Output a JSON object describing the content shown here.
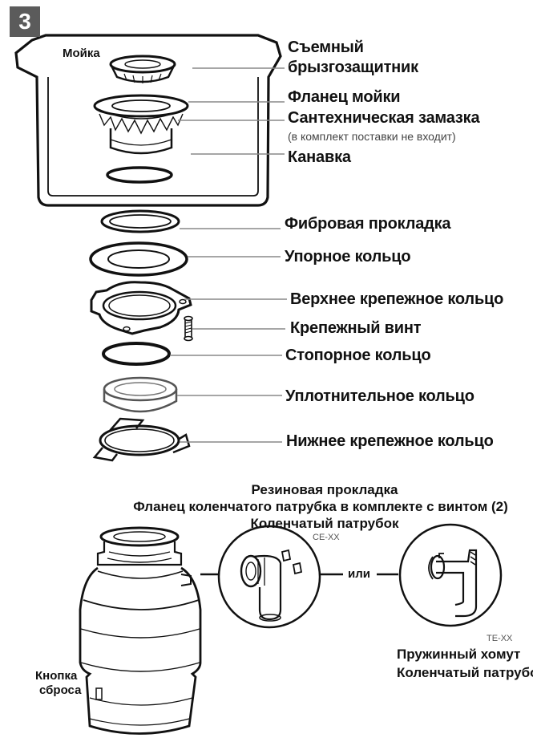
{
  "step_number": "3",
  "sink_label": "Мойка",
  "labels": {
    "splash_guard_1": "Съемный",
    "splash_guard_2": "брызгозащитник",
    "sink_flange": "Фланец мойки",
    "plumber_putty": "Сантехническая замазка",
    "putty_note": "(в комплект поставки не входит)",
    "groove": "Канавка",
    "fiber_gasket": "Фибровая прокладка",
    "backup_ring": "Упорное кольцо",
    "upper_mount_ring": "Верхнее крепежное кольцо",
    "mount_screw": "Крепежный винт",
    "snap_ring": "Стопорное кольцо",
    "seal_ring": "Уплотнительное кольцо",
    "lower_mount_ring": "Нижнее крепежное кольцо"
  },
  "discharge": {
    "rubber_gasket": "Резиновая прокладка",
    "elbow_flange": "Фланец коленчатого патрубка в комплекте с винтом (2)",
    "elbow_top": "Коленчатый патрубок",
    "model_ce": "CE-XX",
    "or_text": "или",
    "model_te": "TE-XX",
    "spring_clamp": "Пружинный хомут",
    "elbow_bottom": "Коленчатый патрубок"
  },
  "reset_button_1": "Кнопка",
  "reset_button_2": "сброса"
}
